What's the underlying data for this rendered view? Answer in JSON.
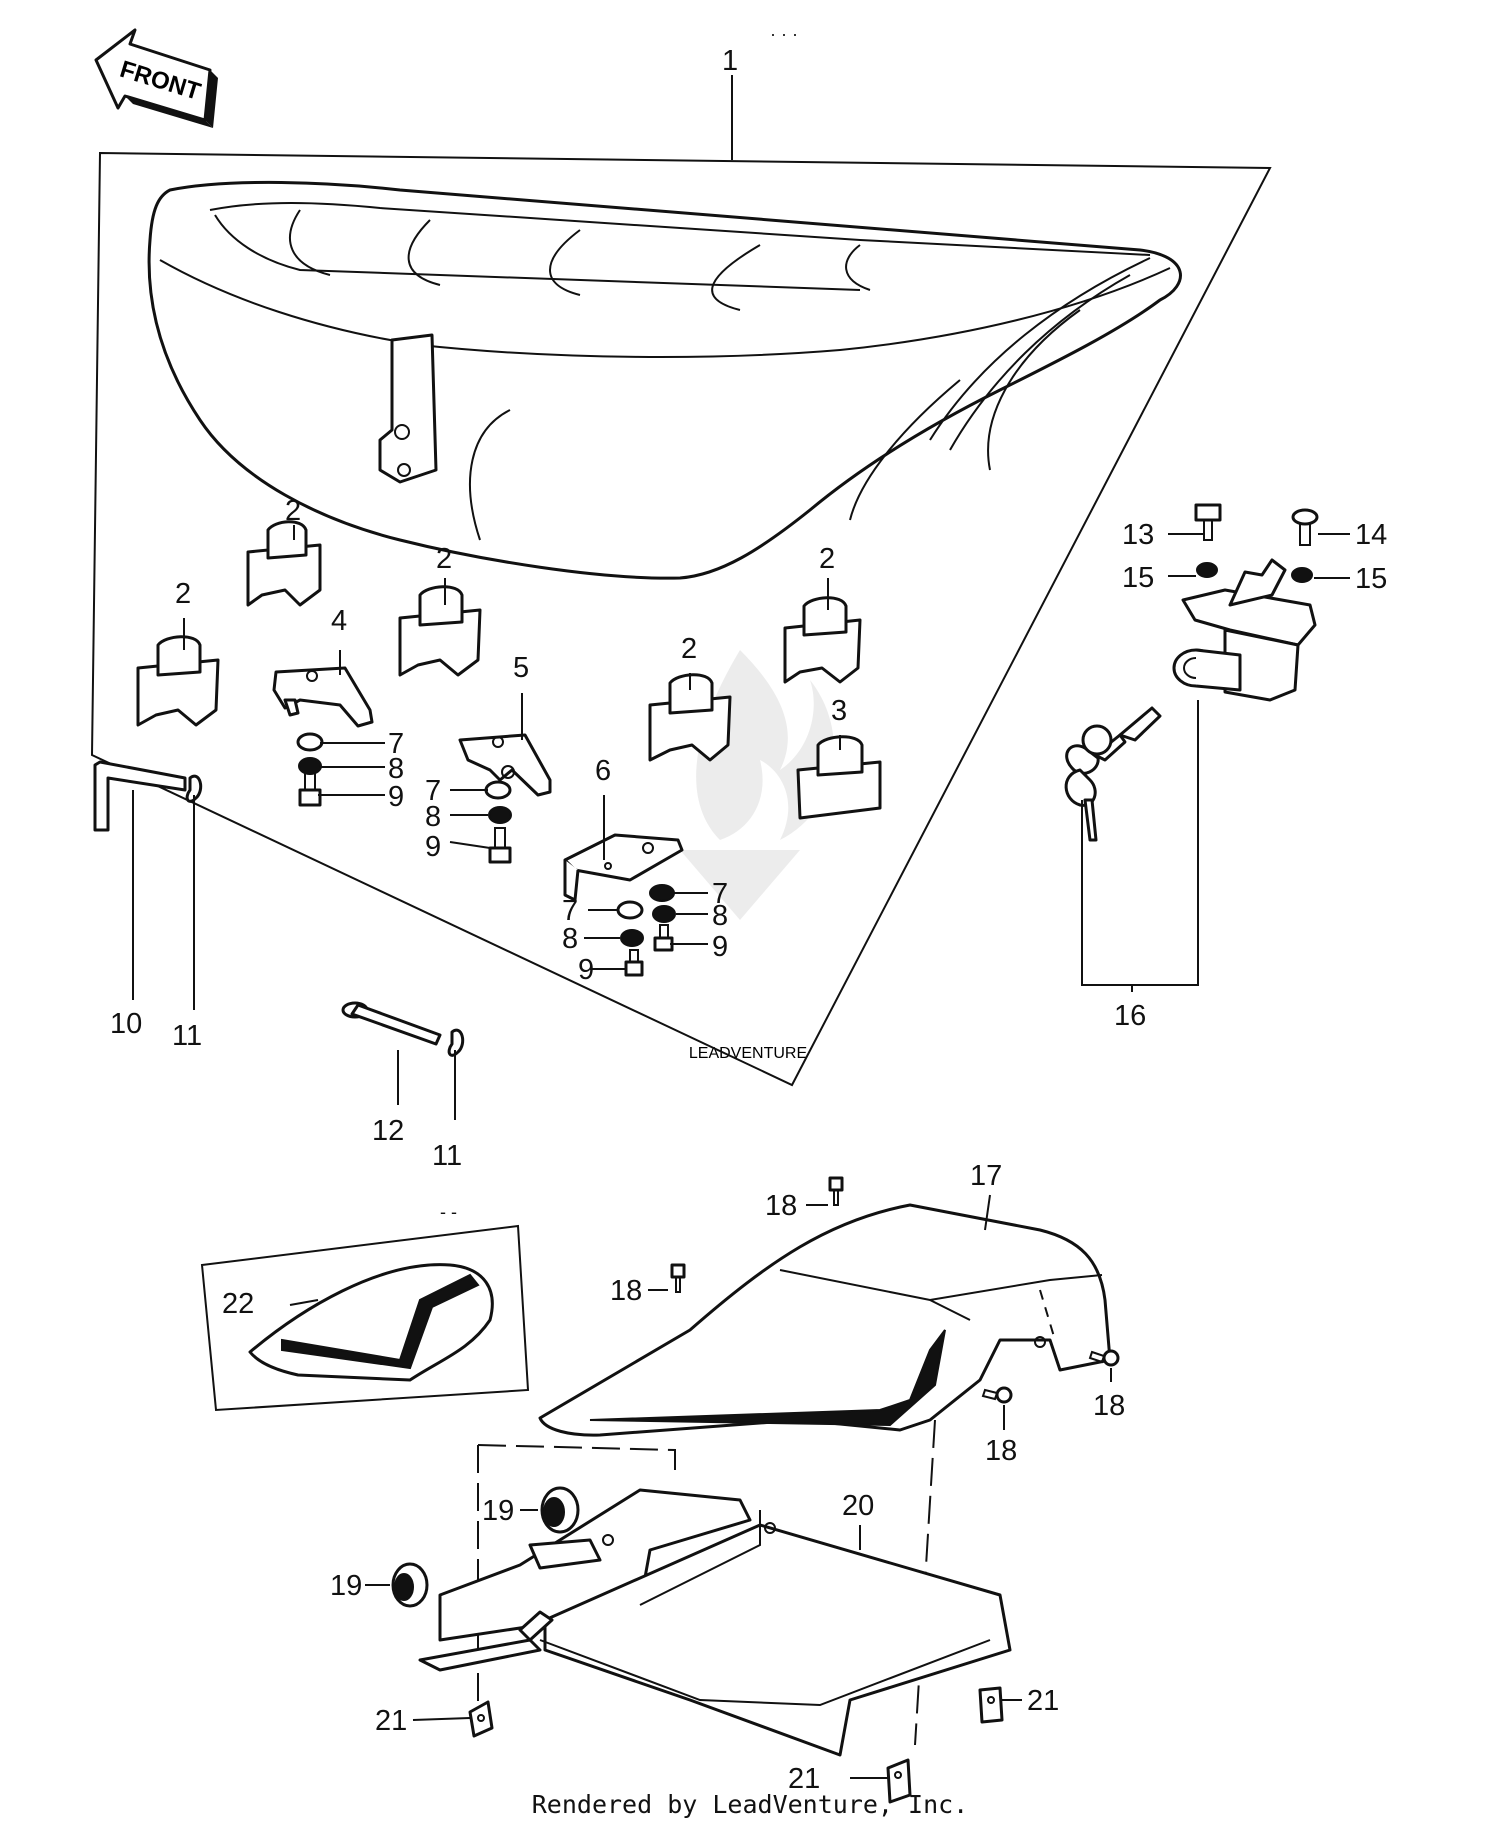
{
  "front_arrow": {
    "label": "FRONT"
  },
  "watermark": {
    "text": "LEADVENTURE"
  },
  "footer": {
    "text": "Rendered by LeadVenture, Inc."
  },
  "callouts": [
    {
      "id": "c1",
      "text": "1"
    },
    {
      "id": "c2a",
      "text": "2"
    },
    {
      "id": "c2b",
      "text": "2"
    },
    {
      "id": "c2c",
      "text": "2"
    },
    {
      "id": "c2d",
      "text": "2"
    },
    {
      "id": "c2e",
      "text": "2"
    },
    {
      "id": "c3",
      "text": "3"
    },
    {
      "id": "c4",
      "text": "4"
    },
    {
      "id": "c5",
      "text": "5"
    },
    {
      "id": "c6",
      "text": "6"
    },
    {
      "id": "c7a",
      "text": "7"
    },
    {
      "id": "c8a",
      "text": "8"
    },
    {
      "id": "c9a",
      "text": "9"
    },
    {
      "id": "c7b",
      "text": "7"
    },
    {
      "id": "c8b",
      "text": "8"
    },
    {
      "id": "c9b",
      "text": "9"
    },
    {
      "id": "c7c",
      "text": "7"
    },
    {
      "id": "c7d",
      "text": "7"
    },
    {
      "id": "c8c",
      "text": "8"
    },
    {
      "id": "c8d",
      "text": "8"
    },
    {
      "id": "c9c",
      "text": "9"
    },
    {
      "id": "c9d",
      "text": "9"
    },
    {
      "id": "c10",
      "text": "10"
    },
    {
      "id": "c11a",
      "text": "11"
    },
    {
      "id": "c12",
      "text": "12"
    },
    {
      "id": "c11b",
      "text": "11"
    },
    {
      "id": "c13",
      "text": "13"
    },
    {
      "id": "c14",
      "text": "14"
    },
    {
      "id": "c15a",
      "text": "15"
    },
    {
      "id": "c15b",
      "text": "15"
    },
    {
      "id": "c16",
      "text": "16"
    },
    {
      "id": "c17",
      "text": "17"
    },
    {
      "id": "c18a",
      "text": "18"
    },
    {
      "id": "c18b",
      "text": "18"
    },
    {
      "id": "c18c",
      "text": "18"
    },
    {
      "id": "c18d",
      "text": "18"
    },
    {
      "id": "c19a",
      "text": "19"
    },
    {
      "id": "c19b",
      "text": "19"
    },
    {
      "id": "c20",
      "text": "20"
    },
    {
      "id": "c21a",
      "text": "21"
    },
    {
      "id": "c21b",
      "text": "21"
    },
    {
      "id": "c21c",
      "text": "21"
    },
    {
      "id": "c22",
      "text": "22"
    }
  ]
}
